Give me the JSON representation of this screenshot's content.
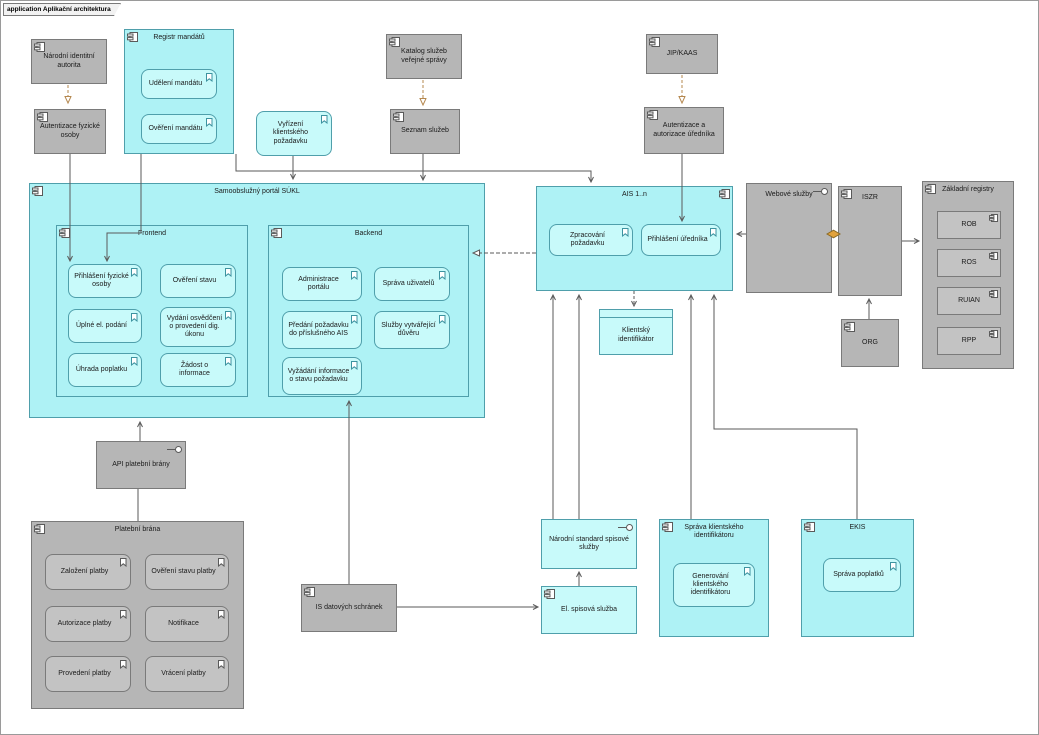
{
  "tab_label": "application Aplikační architektura",
  "colors": {
    "application_cyan": "#aef2f5",
    "item_cyan": "#c8fafa",
    "infrastructure_gray": "#b6b6b6",
    "connector": "#5a5a5a",
    "dashed_flow": "#b5884f",
    "aggregation_diamond": "#e2a23c"
  },
  "n": {
    "nia": "Národní identitní autorita",
    "aut_fo": "Autentizace fyzické osoby",
    "registr_mandatu": "Registr mandátů",
    "udeleni_mandatu": "Udělení mandátu",
    "overeni_mandatu": "Ověření mandátu",
    "vyrizeni_pozadavku": "Vyřízení klientského požadavku",
    "katalog_sluzeb": "Katalog služeb veřejné správy",
    "seznam_sluzeb": "Seznam služeb",
    "jip_kaas": "JIP/KAAS",
    "aut_urednika": "Autentizace a autorizace úředníka",
    "portal": "Samoobslužný portál SÚKL",
    "frontend": "Frontend",
    "prihlaseni_fo": "Přihlášení fyzické osoby",
    "overeni_stavu": "Ověření stavu",
    "uplne_podani": "Úplné el. podání",
    "vydani_osvedceni": "Vydání osvědčení o provedení dig. úkonu",
    "uhrada_poplatku": "Úhrada poplatku",
    "zadost_o_informace": "Žádost o informace",
    "backend": "Backend",
    "administrace_portalu": "Administrace portálu",
    "sprava_uzivatelu": "Správa uživatelů",
    "predani_pozadavku": "Předání požadavku do příslušného AIS",
    "sluzby_duvera": "Služby vytvářející důvěru",
    "vyzadani_informace": "Vyžádání informace o stavu požadavku",
    "ais": "AIS 1..n",
    "zpracovani_pozadavku": "Zpracování požadavku",
    "prihlaseni_urednika": "Přihlášení úředníka",
    "webove_sluzby": "Webové služby",
    "iszr": "ISZR",
    "zakladni_registry": "Základní registry",
    "rob": "ROB",
    "ros": "ROS",
    "ruian": "RUIAN",
    "rpp": "RPP",
    "org": "ORG",
    "klientsky_identifikator": "Klientský identifikátor",
    "api_platebni_brany": "API platební brány",
    "platebni_brana": "Platební brána",
    "zalozeni_platby": "Založení platby",
    "overeni_stavu_platby": "Ověření stavu platby",
    "autorizace_platby": "Autorizace platby",
    "notifikace": "Notifikace",
    "provedeni_platby": "Provedení platby",
    "vraceni_platby": "Vrácení platby",
    "is_datovych_schranek": "IS datových schránek",
    "narodni_standard": "Národní standard spisové služby",
    "el_spisova_sluzba": "El. spisová služba",
    "sprava_klientskeho_id": "Správa klientského identifikátoru",
    "generovani_id": "Generování klientského identifikátoru",
    "ekis": "EKIS",
    "sprava_poplatku": "Správa poplatků"
  },
  "edges": [
    {
      "from": "Národní identitní autorita",
      "to": "Autentizace fyzické osoby",
      "type": "dashed-arrow"
    },
    {
      "from": "Katalog služeb veřejné správy",
      "to": "Seznam služeb",
      "type": "dashed-arrow"
    },
    {
      "from": "JIP/KAAS",
      "to": "Autentizace a autorizace úředníka",
      "type": "dashed-arrow"
    },
    {
      "from": "Autentizace fyzické osoby",
      "to": "Přihlášení fyzické osoby",
      "type": "arrow"
    },
    {
      "from": "Registr mandátů",
      "to": "Přihlášení fyzické osoby",
      "type": "arrow"
    },
    {
      "from": "Registr mandátů",
      "to": "AIS 1..n",
      "type": "arrow"
    },
    {
      "from": "Vyřízení klientského požadavku",
      "to": "Samoobslužný portál SÚKL",
      "type": "arrow"
    },
    {
      "from": "Seznam služeb",
      "to": "Samoobslužný portál SÚKL",
      "type": "arrow"
    },
    {
      "from": "Autentizace a autorizace úředníka",
      "to": "Přihlášení úředníka",
      "type": "arrow"
    },
    {
      "from": "AIS 1..n",
      "to": "Backend",
      "type": "dashed-triangle"
    },
    {
      "from": "Webové služby",
      "to": "AIS 1..n",
      "type": "arrow"
    },
    {
      "from": "ISZR",
      "to": "Webové služby",
      "type": "aggregation-diamond"
    },
    {
      "from": "ISZR",
      "to": "Základní registry",
      "type": "arrow"
    },
    {
      "from": "ORG",
      "to": "ISZR",
      "type": "arrow"
    },
    {
      "from": "AIS 1..n",
      "to": "Klientský identifikátor",
      "type": "dashed-arrow"
    },
    {
      "from": "API platební brány",
      "to": "Samoobslužný portál SÚKL",
      "type": "arrow"
    },
    {
      "from": "Platební brána",
      "to": "API platební brány",
      "type": "line"
    },
    {
      "from": "IS datových schránek",
      "to": "Backend",
      "type": "arrow"
    },
    {
      "from": "IS datových schránek",
      "to": "El. spisová služba",
      "type": "arrow"
    },
    {
      "from": "Národní standard spisové služby",
      "to": "AIS 1..n",
      "type": "arrow"
    },
    {
      "from": "El. spisová služba",
      "to": "Národní standard spisové služby",
      "type": "line"
    },
    {
      "from": "Správa klientského identifikátoru",
      "to": "AIS 1..n",
      "type": "arrow"
    },
    {
      "from": "EKIS",
      "to": "AIS 1..n",
      "type": "arrow"
    }
  ]
}
